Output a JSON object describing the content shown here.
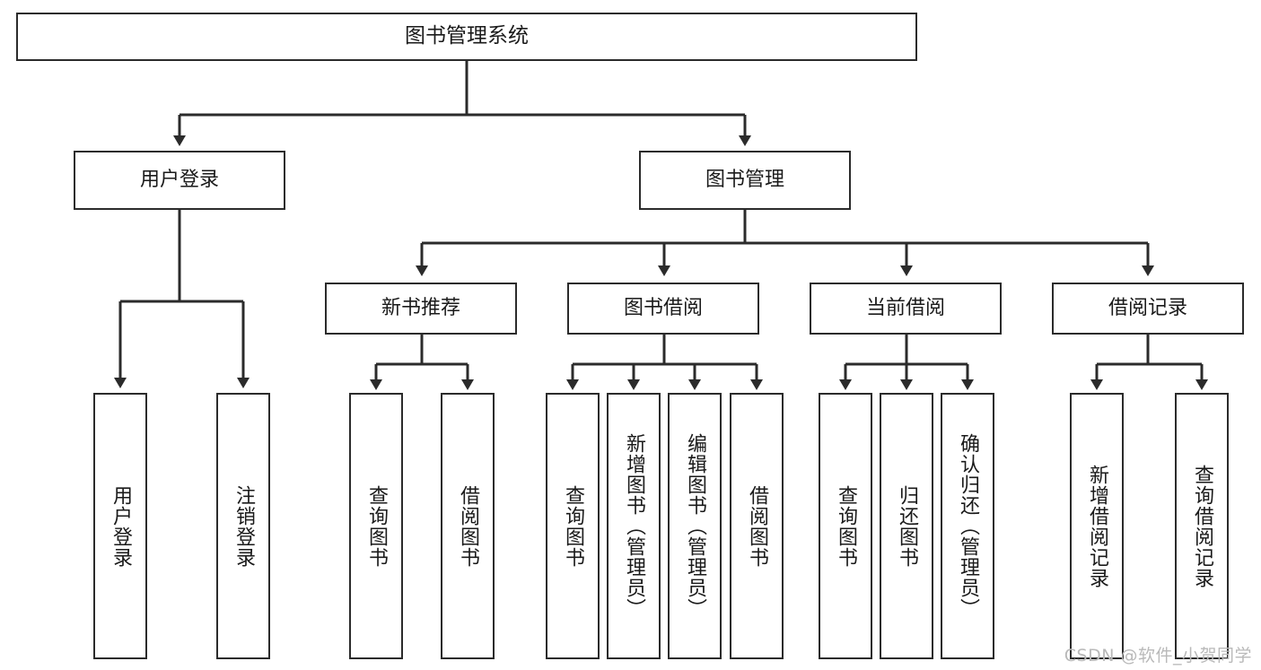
{
  "diagram": {
    "type": "tree-hierarchy",
    "title": "图书管理系统",
    "watermark": "CSDN @软件_小贺同学",
    "colors": {
      "stroke": "#2b2b2b",
      "fill": "#ffffff",
      "text": "#1a1a1a",
      "watermark": "#b9b9b9"
    },
    "nodes": {
      "root": {
        "label": "图书管理系统"
      },
      "level2": [
        {
          "id": "user-login",
          "label": "用户登录"
        },
        {
          "id": "book-manage",
          "label": "图书管理"
        }
      ],
      "level3": [
        {
          "id": "new-book-recommend",
          "label": "新书推荐"
        },
        {
          "id": "book-borrow",
          "label": "图书借阅"
        },
        {
          "id": "current-borrow",
          "label": "当前借阅"
        },
        {
          "id": "borrow-record",
          "label": "借阅记录"
        }
      ],
      "leaves": {
        "user-login": [
          {
            "id": "leaf-user-login",
            "label": "用户登录"
          },
          {
            "id": "leaf-logout-login",
            "label": "注销登录"
          }
        ],
        "new-book-recommend": [
          {
            "id": "leaf-query-book-1",
            "label": "查询图书"
          },
          {
            "id": "leaf-borrow-book-1",
            "label": "借阅图书"
          }
        ],
        "book-borrow": [
          {
            "id": "leaf-query-book-2",
            "label": "查询图书"
          },
          {
            "id": "leaf-add-book-admin",
            "label": "新增图书（管理员）"
          },
          {
            "id": "leaf-edit-book-admin",
            "label": "编辑图书（管理员）"
          },
          {
            "id": "leaf-borrow-book-2",
            "label": "借阅图书"
          }
        ],
        "current-borrow": [
          {
            "id": "leaf-query-book-3",
            "label": "查询图书"
          },
          {
            "id": "leaf-return-book",
            "label": "归还图书"
          },
          {
            "id": "leaf-confirm-return-admin",
            "label": "确认归还（管理员）"
          }
        ],
        "borrow-record": [
          {
            "id": "leaf-add-borrow-record",
            "label": "新增借阅记录"
          },
          {
            "id": "leaf-query-borrow-record",
            "label": "查询借阅记录"
          }
        ]
      }
    }
  }
}
